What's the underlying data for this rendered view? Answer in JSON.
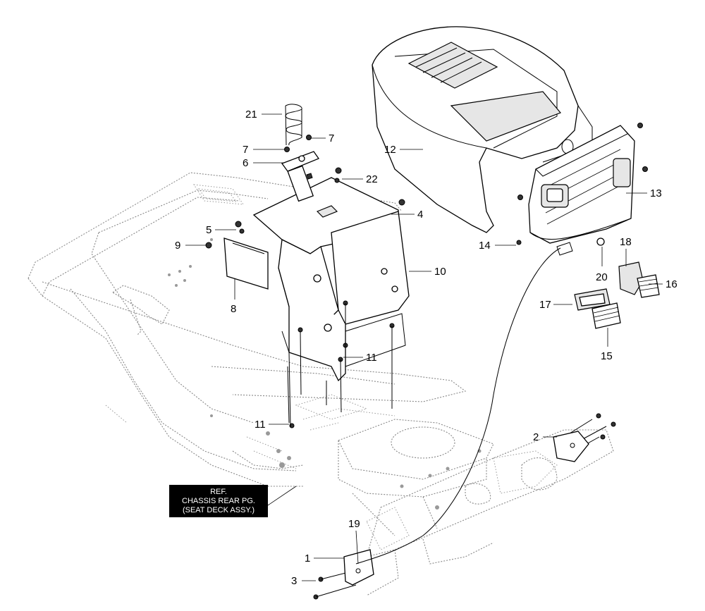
{
  "callouts": [
    {
      "key": "c21",
      "text": "21"
    },
    {
      "key": "c7a",
      "text": "7"
    },
    {
      "key": "c7b",
      "text": "7"
    },
    {
      "key": "c6",
      "text": "6"
    },
    {
      "key": "c22",
      "text": "22"
    },
    {
      "key": "c4",
      "text": "4"
    },
    {
      "key": "c5",
      "text": "5"
    },
    {
      "key": "c9",
      "text": "9"
    },
    {
      "key": "c8",
      "text": "8"
    },
    {
      "key": "c10",
      "text": "10"
    },
    {
      "key": "c11a",
      "text": "11"
    },
    {
      "key": "c11b",
      "text": "11"
    },
    {
      "key": "c12",
      "text": "12"
    },
    {
      "key": "c13",
      "text": "13"
    },
    {
      "key": "c14",
      "text": "14"
    },
    {
      "key": "c20",
      "text": "20"
    },
    {
      "key": "c18",
      "text": "18"
    },
    {
      "key": "c16",
      "text": "16"
    },
    {
      "key": "c17",
      "text": "17"
    },
    {
      "key": "c15",
      "text": "15"
    },
    {
      "key": "c2",
      "text": "2"
    },
    {
      "key": "c19",
      "text": "19"
    },
    {
      "key": "c1",
      "text": "1"
    },
    {
      "key": "c3",
      "text": "3"
    }
  ],
  "reference_box": {
    "line1": "REF.",
    "line2": "CHASSIS REAR PG.",
    "line3": "(SEAT DECK ASSY.)"
  }
}
